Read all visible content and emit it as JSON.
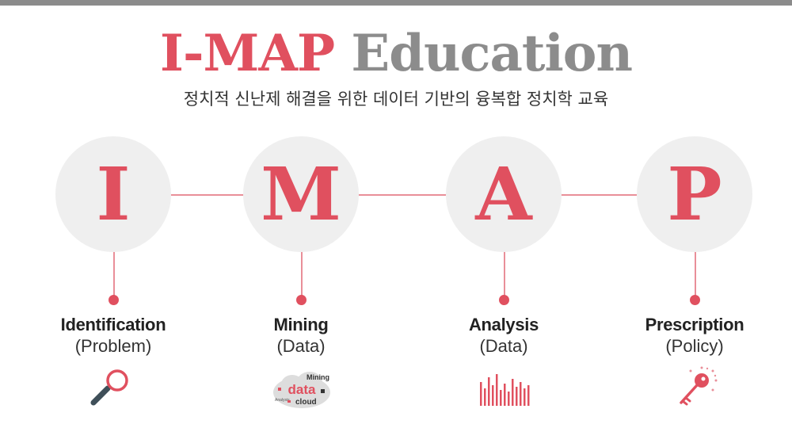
{
  "header": {
    "title_part1": "I-MAP",
    "title_part2": "Education",
    "subtitle": "정치적 신난제 해결을 위한 데이터 기반의 융복합 정치학 교육"
  },
  "steps": [
    {
      "letter": "I",
      "title": "Identification",
      "subtitle": "(Problem)",
      "icon": "magnifier-icon"
    },
    {
      "letter": "M",
      "title": "Mining",
      "subtitle": "(Data)",
      "icon": "data-mining-cloud-icon",
      "icon_text": {
        "top": "Mining",
        "middle": "data",
        "left": "Analysis",
        "bottom": "cloud"
      }
    },
    {
      "letter": "A",
      "title": "Analysis",
      "subtitle": "(Data)",
      "icon": "bar-chart-icon"
    },
    {
      "letter": "P",
      "title": "Prescription",
      "subtitle": "(Policy)",
      "icon": "key-icon"
    }
  ],
  "colors": {
    "accent": "#e0505f",
    "gray": "#8c8c8c",
    "circle": "#efefef",
    "line": "#e98f99"
  }
}
